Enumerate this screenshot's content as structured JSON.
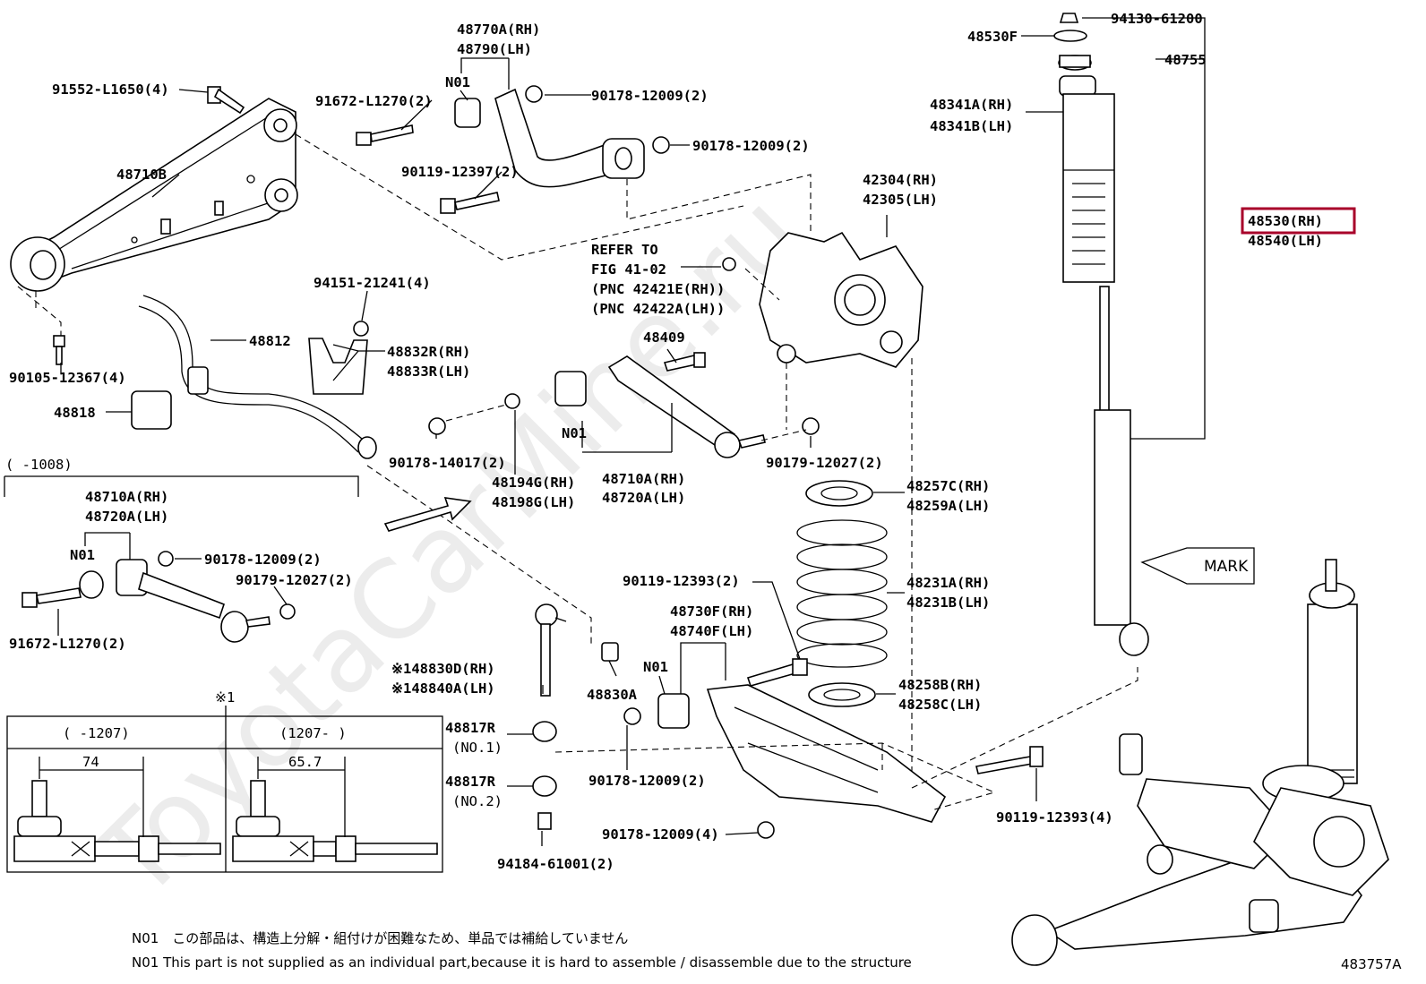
{
  "watermark": "ToyotaCarMine.ru",
  "labels": {
    "p48770a": "48770A(RH)",
    "p48790": "48790(LH)",
    "n01_top": "N01",
    "p91552": "91552-L1650(4)",
    "p91672": "91672-L1270(2)",
    "p90178_a": "90178-12009(2)",
    "p90178_b": "90178-12009(2)",
    "p90119_a": "90119-12397(2)",
    "p48710b": "48710B",
    "p42304": "42304(RH)",
    "p42305": "42305(LH)",
    "refer1": "REFER TO",
    "refer2": "FIG 41-02",
    "refer3": "(PNC 42421E(RH))",
    "refer4": "(PNC 42422A(LH))",
    "p94151": "94151-21241(4)",
    "p48812": "48812",
    "p48832r": "48832R(RH)",
    "p48833r": "48833R(LH)",
    "p90105": "90105-12367(4)",
    "p48818": "48818",
    "p48409": "48409",
    "n01_mid": "N01",
    "p90178_14017": "90178-14017(2)",
    "p48194g": "48194G(RH)",
    "p48198g": "48198G(LH)",
    "p48710a": "48710A(RH)",
    "p48720a": "48720A(LH)",
    "p90179_a": "90179-12027(2)",
    "range_1008": "(     -1008)",
    "p48710a_b": "48710A(RH)",
    "p48720a_b": "48720A(LH)",
    "n01_left": "N01",
    "p90178_c": "90178-12009(2)",
    "p90179_b": "90179-12027(2)",
    "p91672_b": "91672-L1270(2)",
    "p48257c": "48257C(RH)",
    "p48259a": "48259A(LH)",
    "p48231a": "48231A(RH)",
    "p48231b": "48231B(LH)",
    "p48258b": "48258B(RH)",
    "p48258c": "48258C(LH)",
    "p90119_b": "90119-12393(2)",
    "p48730f": "48730F(RH)",
    "p48740f": "48740F(LH)",
    "n01_low": "N01",
    "p48830d": "※148830D(RH)",
    "p48840a": "※148840A(LH)",
    "p48830a": "48830A",
    "p48817r_1": "48817R",
    "no1": "(NO.1)",
    "p48817r_2": "48817R",
    "no2": "(NO.2)",
    "p90178_d": "90178-12009(2)",
    "p90178_e": "90178-12009(4)",
    "p94184": "94184-61001(2)",
    "p90119_c": "90119-12393(4)",
    "p94130": "94130-61200",
    "p48530f": "48530F",
    "p48755": "48755",
    "p48341a": "48341A(RH)",
    "p48341b": "48341B(LH)",
    "p48530": "48530(RH)",
    "p48540": "48540(LH)",
    "mark": "MARK",
    "ref1": "※1",
    "range_a": "(      -1207)",
    "range_b": "(1207-      )",
    "dim_a": "74",
    "dim_b": "65.7"
  },
  "notes": {
    "jp": "N01　この部品は、構造上分解・組付けが困難なため、単品では補給していません",
    "en": "N01   This part is not supplied as an individual part,because it is hard to assemble / disassemble due to the structure"
  },
  "figure_number": "483757A",
  "highlight_color": "#a8002a"
}
